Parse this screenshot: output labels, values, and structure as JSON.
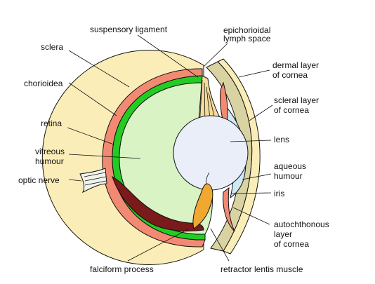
{
  "labels": {
    "suspensory_ligament": "suspensory ligament",
    "epichorioidal_1": "epichorioidal",
    "epichorioidal_2": "lymph space",
    "sclera": "sclera",
    "dermal_1": "dermal layer",
    "dermal_2": "of cornea",
    "chorioidea": "chorioidea",
    "scleral_1": "scleral layer",
    "scleral_2": "of cornea",
    "retina": "retina",
    "lens": "lens",
    "vitreous_1": "vitreous",
    "vitreous_2": "humour",
    "aqueous_1": "aqueous",
    "aqueous_2": "humour",
    "optic_nerve": "optic nerve",
    "iris": "iris",
    "autochthonous_1": "autochthonous",
    "autochthonous_2": "layer",
    "autochthonous_3": "of cornea",
    "falciform_process": "falciform process",
    "retractor_lentis": "retractor lentis muscle"
  },
  "colors": {
    "sclera": "#fbedb7",
    "chorioidea": "#f28a73",
    "retina": "#22cc22",
    "vitreous": "#d9f3c4",
    "lens": "#e9eef9",
    "aqueous": "#cfe9f5",
    "ligament": "#f5da9a",
    "falciform": "#7a1a1a",
    "retractor": "#f0a830",
    "cornea_inner": "#d9d3a3",
    "optic_nerve": "#f2f2ec"
  }
}
